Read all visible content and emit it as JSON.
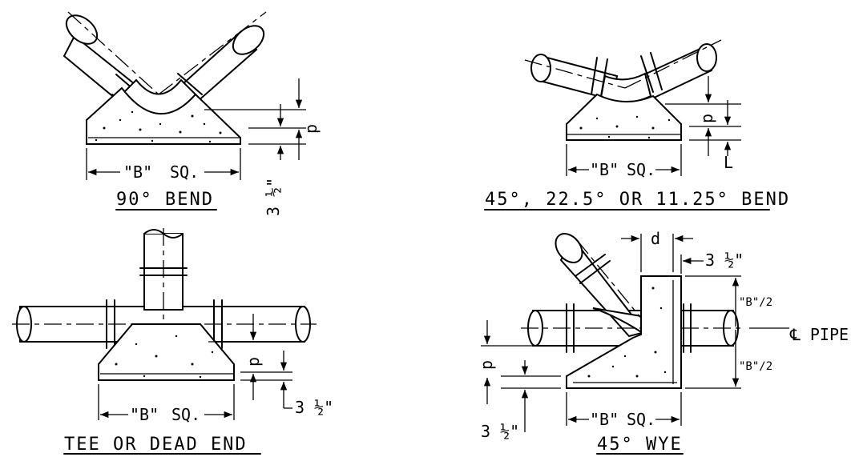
{
  "views": {
    "bend90": {
      "title": "90° BEND",
      "b_label": "\"B\"",
      "sq_label": "SQ.",
      "d_label": "d",
      "thick_label": "3 ½\""
    },
    "bend45": {
      "title": "45°, 22.5° OR 11.25° BEND",
      "b_label": "\"B\"",
      "sq_label": "SQ.",
      "d_label": "d",
      "thick_label": "L"
    },
    "tee": {
      "title": "TEE OR DEAD END",
      "b_label": "\"B\"",
      "sq_label": "SQ.",
      "d_label": "d",
      "thick_label": "3 ½\""
    },
    "wye": {
      "title": "45° WYE",
      "b_label": "\"B\"",
      "sq_label": "SQ.",
      "d_label_top": "d",
      "d_label_side": "d",
      "thick_top": "3 ½\"",
      "thick_bottom": "3 ½\"",
      "half_b_top": "\"B\"/2",
      "half_b_bottom": "\"B\"/2",
      "centerline_label": "℄ PIPE"
    }
  }
}
